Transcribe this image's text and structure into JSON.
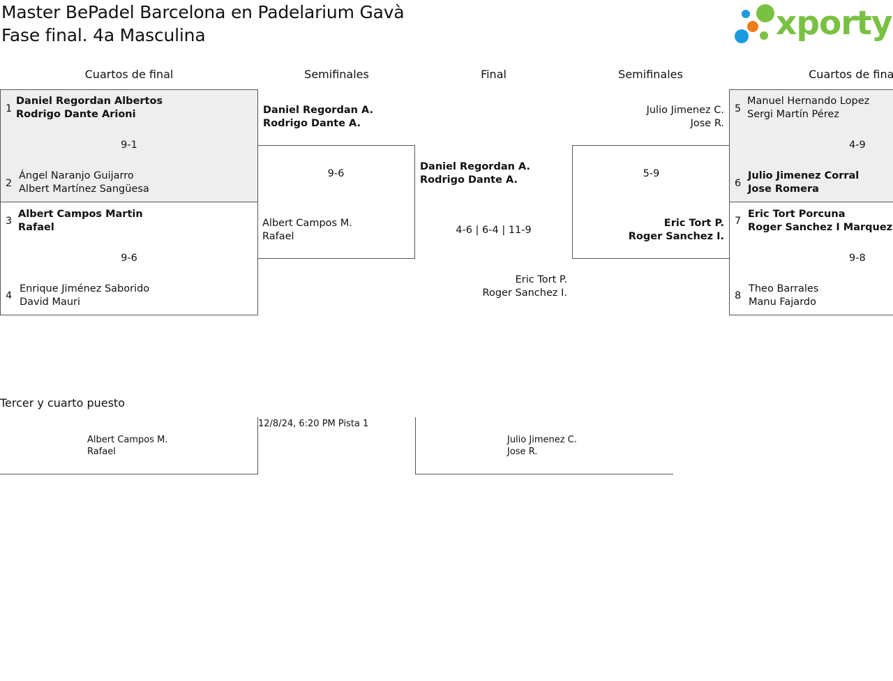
{
  "header": {
    "title_line1": "Master BePadel Barcelona en Padelarium Gavà",
    "title_line2": "Fase final. 4a Masculina",
    "logo_text": "xporty",
    "logo_colors": {
      "green": "#7ac143",
      "blue": "#1a9be0",
      "orange": "#f07d1a"
    }
  },
  "columns": {
    "qf_left": "Cuartos de final",
    "sf_left": "Semifinales",
    "final": "Final",
    "sf_right": "Semifinales",
    "qf_right": "Cuartos de final"
  },
  "qf_left": [
    {
      "seed_a": "1",
      "a1": "Daniel Regordan Albertos",
      "a2": "Rodrigo Dante Arioni",
      "score": "9-1",
      "seed_b": "2",
      "b1": "Ángel Naranjo Guijarro",
      "b2": "Albert Martínez Sangüesa"
    },
    {
      "seed_a": "3",
      "a1": "Albert Campos Martin",
      "a2": "Rafael",
      "score": "9-6",
      "seed_b": "4",
      "b1": "Enrique Jiménez Saborido",
      "b2": "David Mauri"
    }
  ],
  "qf_right": [
    {
      "seed_a": "5",
      "a1": "Manuel Hernando Lopez",
      "a2": "Sergi Martín Pérez",
      "score": "4-9",
      "seed_b": "6",
      "b1": "Julio Jimenez Corral",
      "b2": "Jose Romera"
    },
    {
      "seed_a": "7",
      "a1": "Eric Tort Porcuna",
      "a2": "Roger Sanchez I Marquez",
      "score": "9-8",
      "seed_b": "8",
      "b1": "Theo Barrales",
      "b2": "Manu Fajardo"
    }
  ],
  "sf_left": {
    "a1": "Daniel Regordan A.",
    "a2": "Rodrigo Dante A.",
    "score": "9-6",
    "b1": "Albert Campos M.",
    "b2": "Rafael"
  },
  "sf_right": {
    "a1": "Julio Jimenez C.",
    "a2": "Jose R.",
    "score": "5-9",
    "b1": "Eric Tort P.",
    "b2": "Roger Sanchez I."
  },
  "final": {
    "a1": "Daniel Regordan A.",
    "a2": "Rodrigo Dante A.",
    "score": "4-6 | 6-4 | 11-9",
    "b1": "Eric Tort P.",
    "b2": "Roger Sanchez I."
  },
  "third_place": {
    "title": "Tercer y cuarto puesto",
    "schedule": "12/8/24, 6:20 PM Pista 1",
    "a1": "Albert Campos M.",
    "a2": "Rafael",
    "b1": "Julio Jimenez C.",
    "b2": "Jose R."
  }
}
